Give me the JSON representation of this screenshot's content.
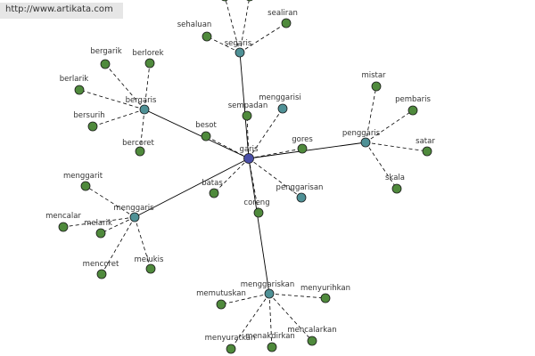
{
  "watermark": "http://www.artikata.com",
  "colors": {
    "center": "#4a4fa8",
    "hub": "#4f9196",
    "leaf": "#4f8a3c",
    "node_stroke": "#1a1a1a",
    "edge": "#000000"
  },
  "graph": {
    "center": "garis",
    "hubs": [
      "segaris",
      "bergaris",
      "menggaris",
      "penggaris",
      "menggariskan"
    ],
    "direct_leaves": [
      "sempadan",
      "menggarisi",
      "besot",
      "gores",
      "batas",
      "penggarisan",
      "coreng"
    ],
    "hub_leaves": {
      "segaris": [
        "sehaluan",
        "sealiran",
        "(offscreen-1)",
        "(offscreen-2)"
      ],
      "bergaris": [
        "bergarik",
        "berlorek",
        "berlarik",
        "bersurih",
        "bercoret"
      ],
      "menggaris": [
        "menggarit",
        "mencalar",
        "melarik",
        "mencoret",
        "melukis"
      ],
      "penggaris": [
        "mistar",
        "pembaris",
        "satar",
        "skala"
      ],
      "menggariskan": [
        "memutuskan",
        "menyurihkan",
        "menyuratkan",
        "menakdirkan",
        "mencalarkan"
      ]
    }
  }
}
